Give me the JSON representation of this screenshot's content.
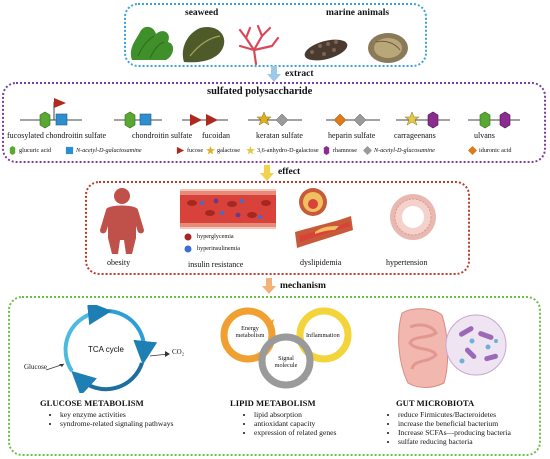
{
  "sources": {
    "seaweed_label": "seaweed",
    "marine_animals_label": "marine animals"
  },
  "steps": {
    "extract": "extract",
    "effect": "effect",
    "mechanism": "mechanism"
  },
  "polysaccharides": {
    "title": "sulfated polysaccharide",
    "items": [
      "fucosylated chondroitin sulfate",
      "chondroitin sulfate",
      "fucoidan",
      "keratan sulfate",
      "heparin sulfate",
      "carrageenans",
      "ulvans"
    ]
  },
  "legend": [
    {
      "icon": "glucuronic-acid-hexagon",
      "color": "#5aa832",
      "label": "glucuric acid"
    },
    {
      "icon": "acetyl-galactosamine-square",
      "color": "#2e8fd0",
      "label": "N-acetyl-D-galactosamine"
    },
    {
      "icon": "fucose-triangle",
      "color": "#b0281e",
      "label": "fucose"
    },
    {
      "icon": "galactose-star",
      "color": "#e0b020",
      "label": "galactose"
    },
    {
      "icon": "anhydro-galactose-star",
      "color": "#e3c94a",
      "label": "3,6-anhydro-D-galactose"
    },
    {
      "icon": "rhamnose-hexagon",
      "color": "#8b2d8f",
      "label": "rhamnose"
    },
    {
      "icon": "acetyl-glucosamine-diamond",
      "color": "#9a9a9a",
      "label": "N-acetyl-D-glucosamine"
    },
    {
      "icon": "iduronic-acid-diamond",
      "color": "#e07a18",
      "label": "iduronic acid"
    }
  ],
  "effects": {
    "obesity": "obesity",
    "insulin_resistance": "insulin resistance",
    "hyperglycemia": "hyperglycemia",
    "hyperinsulinemia": "hyperinsulinemia",
    "dyslipidemia": "dyslipidemia",
    "hypertension": "hypertension"
  },
  "glucose": {
    "title": "GLUCOSE METABOLISM",
    "cycle_label": "TCA cycle",
    "input": "Glucose",
    "output": "CO₂",
    "bullets": [
      "key enzyme activities",
      "syndrome-related signaling pathways"
    ]
  },
  "lipid": {
    "title": "LIPID METABOLISM",
    "ring1": "Energy metabolism",
    "ring2": "Signal molecule",
    "ring3": "Inflammation",
    "bullets": [
      "lipid absorption",
      "antioxidant capacity",
      "expression of related genes"
    ]
  },
  "gut": {
    "title": "GUT MICROBIOTA",
    "bullets": [
      "reduce Firmicutes/Bacteroidetes",
      "increase the beneficial bacterium",
      "Increase SCFAs—producing bacteria",
      "sulfate reducing bacteria"
    ]
  },
  "colors": {
    "blue_box": "#3ba3d6",
    "purple_box": "#7b3fa0",
    "red_box": "#c0392b",
    "green_box": "#6bbf4a",
    "arrow_blue": "#9ec9e6",
    "arrow_yellow": "#f2d24b",
    "arrow_orange": "#f2b27a"
  }
}
